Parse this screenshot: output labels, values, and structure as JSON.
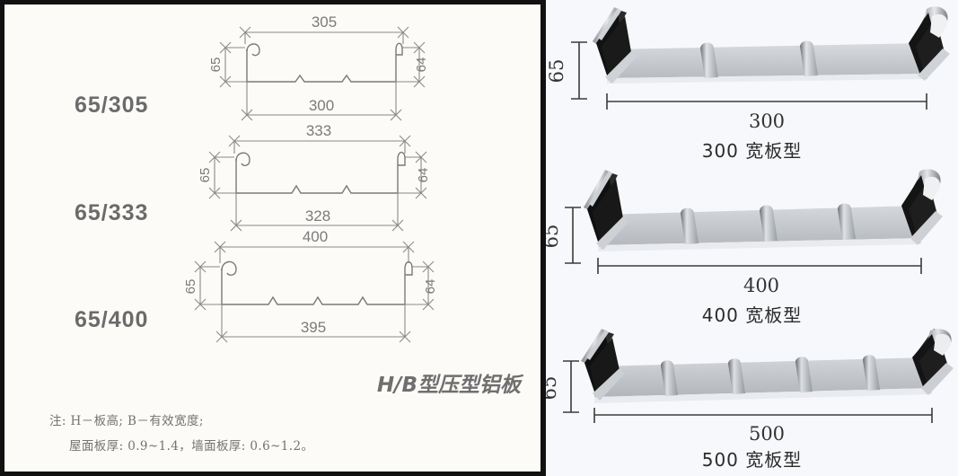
{
  "figure": {
    "title_cn": "H/B型压型铝板",
    "notes": [
      {
        "prefix": "注: ",
        "h": "H",
        "h_desc": "－板高; ",
        "b": "B",
        "b_desc": "－有效宽度;"
      },
      {
        "text": "屋面板厚: 0.9~1.4，墙面板厚: 0.6~1.2。"
      }
    ],
    "note_line1_full": "注: H－板高; B－有效宽度;",
    "note_line2_full": "屋面板厚: 0.9~1.4，墙面板厚: 0.6~1.2。"
  },
  "cross_sections": [
    {
      "model": "65/305",
      "top_width": "305",
      "bottom_width": "300",
      "left_height": "65",
      "right_height": "64",
      "ribs": 2
    },
    {
      "model": "65/333",
      "top_width": "333",
      "bottom_width": "328",
      "left_height": "65",
      "right_height": "64",
      "ribs": 2
    },
    {
      "model": "65/400",
      "top_width": "400",
      "bottom_width": "395",
      "left_height": "65",
      "right_height": "64",
      "ribs": 3
    }
  ],
  "renders": [
    {
      "caption": "300 宽板型",
      "width_label": "300",
      "height_label": "65",
      "ribs": 2
    },
    {
      "caption": "400 宽板型",
      "width_label": "400",
      "height_label": "65",
      "ribs": 3
    },
    {
      "caption": "500 宽板型",
      "width_label": "500",
      "height_label": "65",
      "ribs": 4
    }
  ],
  "colors": {
    "line": "#7b7b7b",
    "border": "#111111",
    "left_bg": "#fcfbf8",
    "right_bg": "#f7f8fb",
    "panel_face": "#c9cdd2",
    "panel_shadow": "#1c1c1c"
  }
}
